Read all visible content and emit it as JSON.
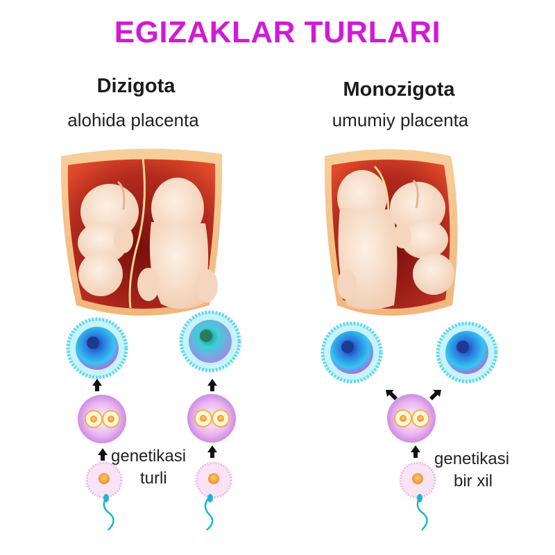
{
  "title": "EGIZAKLAR TURLARI",
  "dizygotic": {
    "title": "Dizigota",
    "subtitle": "alohida placenta",
    "genetics_line1": "genetikasi",
    "genetics_line2": "turli"
  },
  "monozygotic": {
    "title": "Monozigota",
    "subtitle": "umumiy placenta",
    "genetics_line1": "genetikasi",
    "genetics_line2": "bir xil"
  },
  "colors": {
    "title": "#d11ad6",
    "uterus_outer": "#f5c089",
    "uterus_inner": "#a5231b",
    "baby": "#f7dcc6",
    "cell_ring": "#5fd8ee",
    "cell_core": "#2a56d8",
    "zygote": "#e9b8f0",
    "arrow": "#111111",
    "sperm": "#19b7d2"
  }
}
